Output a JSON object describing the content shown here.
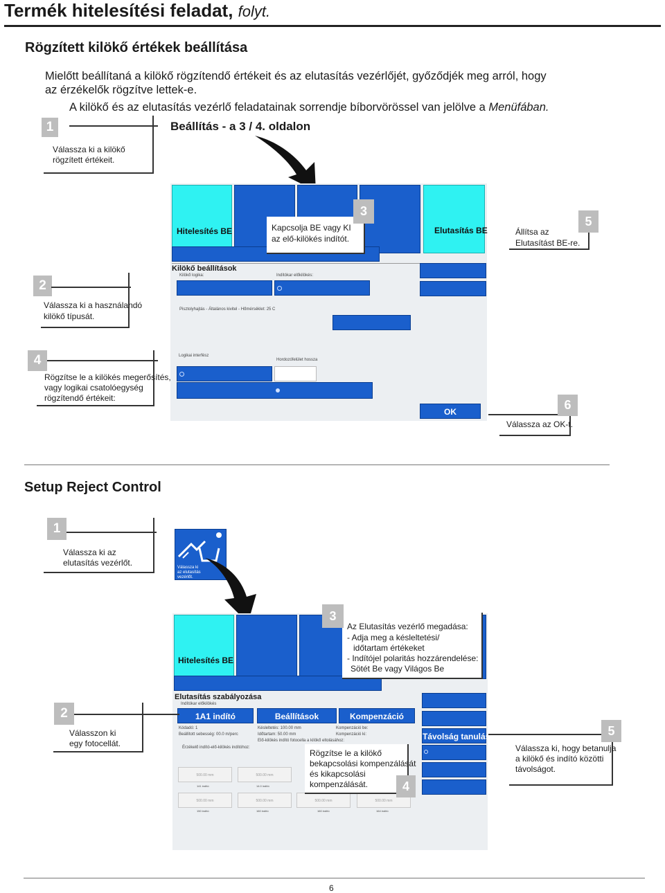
{
  "header": {
    "title": "Termék hitelesítési feladat,",
    "title_suffix": "folyt."
  },
  "section1": {
    "title": "Rögzített kilökő értékek beállítása",
    "para1": "Mielőtt beállítaná a kilökő rögzítendő értékeit és az elutasítás vezérlőjét, győződjék meg arról, hogy",
    "para2": "az érzékelők rögzítve lettek-e.",
    "para3_a": "A kilökő és az elutasítás vezérlő feladatainak sorrendje bíborvörössel van jelölve a ",
    "para3_b": "Menüfában.",
    "menu_path": "Beállítás - a 3 / 4. oldalon",
    "step1": {
      "num": "1",
      "text1": "Válassza ki  a kilökő",
      "text2": "rögzített értékeit."
    },
    "step2": {
      "num": "2",
      "text1": "Válassza ki a használandó",
      "text2": "kilökő típusát."
    },
    "step3": {
      "num": "3",
      "text1": "Kapcsolja BE vagy KI",
      "text2": "az elő-kilökés indítót."
    },
    "step4": {
      "num": "4",
      "text1": "Rögzítse le a kilökés megerősítés,",
      "text2": "vagy logikai csatolóegység",
      "text3": "rögzítendő értékeit:"
    },
    "step5": {
      "num": "5",
      "text1": "Állítsa az",
      "text2": "Elutasítást BE-re."
    },
    "step6": {
      "num": "6",
      "text1": "Válassza az OK-t."
    },
    "screen": {
      "btn_hitelesites": "Hitelesítés BE",
      "btn_elutasitas": "Elutasítás BE",
      "group_title": "Kilökő beállítások",
      "lbl_logika": "Kilökő logika:",
      "lbl_inditokar": "Indítókar előkilökés:",
      "lbl_pisztoly": "Pisztolyhajtás - Általános kivitel - Hőmérséklet:  25 C",
      "lbl_logikai": "Logikai interfész",
      "lbl_hordozo": "Hordozófelület hossza",
      "btn_ok": "OK"
    }
  },
  "section2": {
    "title": "Setup Reject Control",
    "step1": {
      "num": "1",
      "text1": "Válassza ki az",
      "text2": "elutasítás vezérlőt.",
      "icon_caption1": "Válassza ki",
      "icon_caption2": "az elutasítás",
      "icon_caption3": "vezérlőt."
    },
    "step2": {
      "num": "2",
      "text1": "Válasszon ki",
      "text2": "egy fotocellát."
    },
    "step3": {
      "num": "3",
      "text1": "Az Elutasítás vezérlő megadása:",
      "text2": "- Adja meg a késleltetési/",
      "text3": "időtartam értékeket",
      "text4": "- Indítójel polaritás hozzárendelése:",
      "text5": "Sötét Be vagy Világos Be"
    },
    "step4": {
      "num": "4",
      "text1": "Rögzítse le a kilökő",
      "text2": "bekapcsolási kompenzálását",
      "text3": "és kikapcsolási",
      "text4": "kompenzálását."
    },
    "step5": {
      "num": "5",
      "text1": "Válassza ki, hogy betanulja",
      "text2": "a kilökő és indító közötti",
      "text3": "távolságot."
    },
    "screen": {
      "btn_hitelesites": "Hitelesítés BE",
      "group_title": "Elutasítás szabályozása",
      "lbl_inditokar": "Indítókar előkilökés",
      "tab1": "1A1 indító",
      "tab2": "Beállítások",
      "tab3": "Kompenzáció",
      "kodado": "Kódadó: 1",
      "sebesseg": "Beállított sebesség: 00.0 m/perc",
      "keslelt": "Késleltetés: 100.00 mm",
      "idotartam": "Időtartam: 50.00 mm",
      "elokilokes": "Elő-kilökés indító fotocella a kilökő eltolásához:",
      "komp_be": "Kompenzáció be:",
      "komp_ki": "Kompenzáció ki:",
      "erzekelo": "Érzékelő indító-elő-kilökés indítóhoz:",
      "btn_tavolsag": "Távolság tanulása",
      "grey1": "500.00 mm",
      "grey_lbl1": "141 indító",
      "grey_lbl2": "14.0 indító",
      "grey_lbl3": "150 indító",
      "grey_lbl4": "160 indító",
      "grey_lbl5": "160 indító",
      "grey_lbl6": "164 indító"
    }
  },
  "footer": {
    "page": "6"
  },
  "colors": {
    "blue": "#1a5fcc",
    "cyan": "#2ff2f2",
    "badge": "#bdbdbd"
  }
}
